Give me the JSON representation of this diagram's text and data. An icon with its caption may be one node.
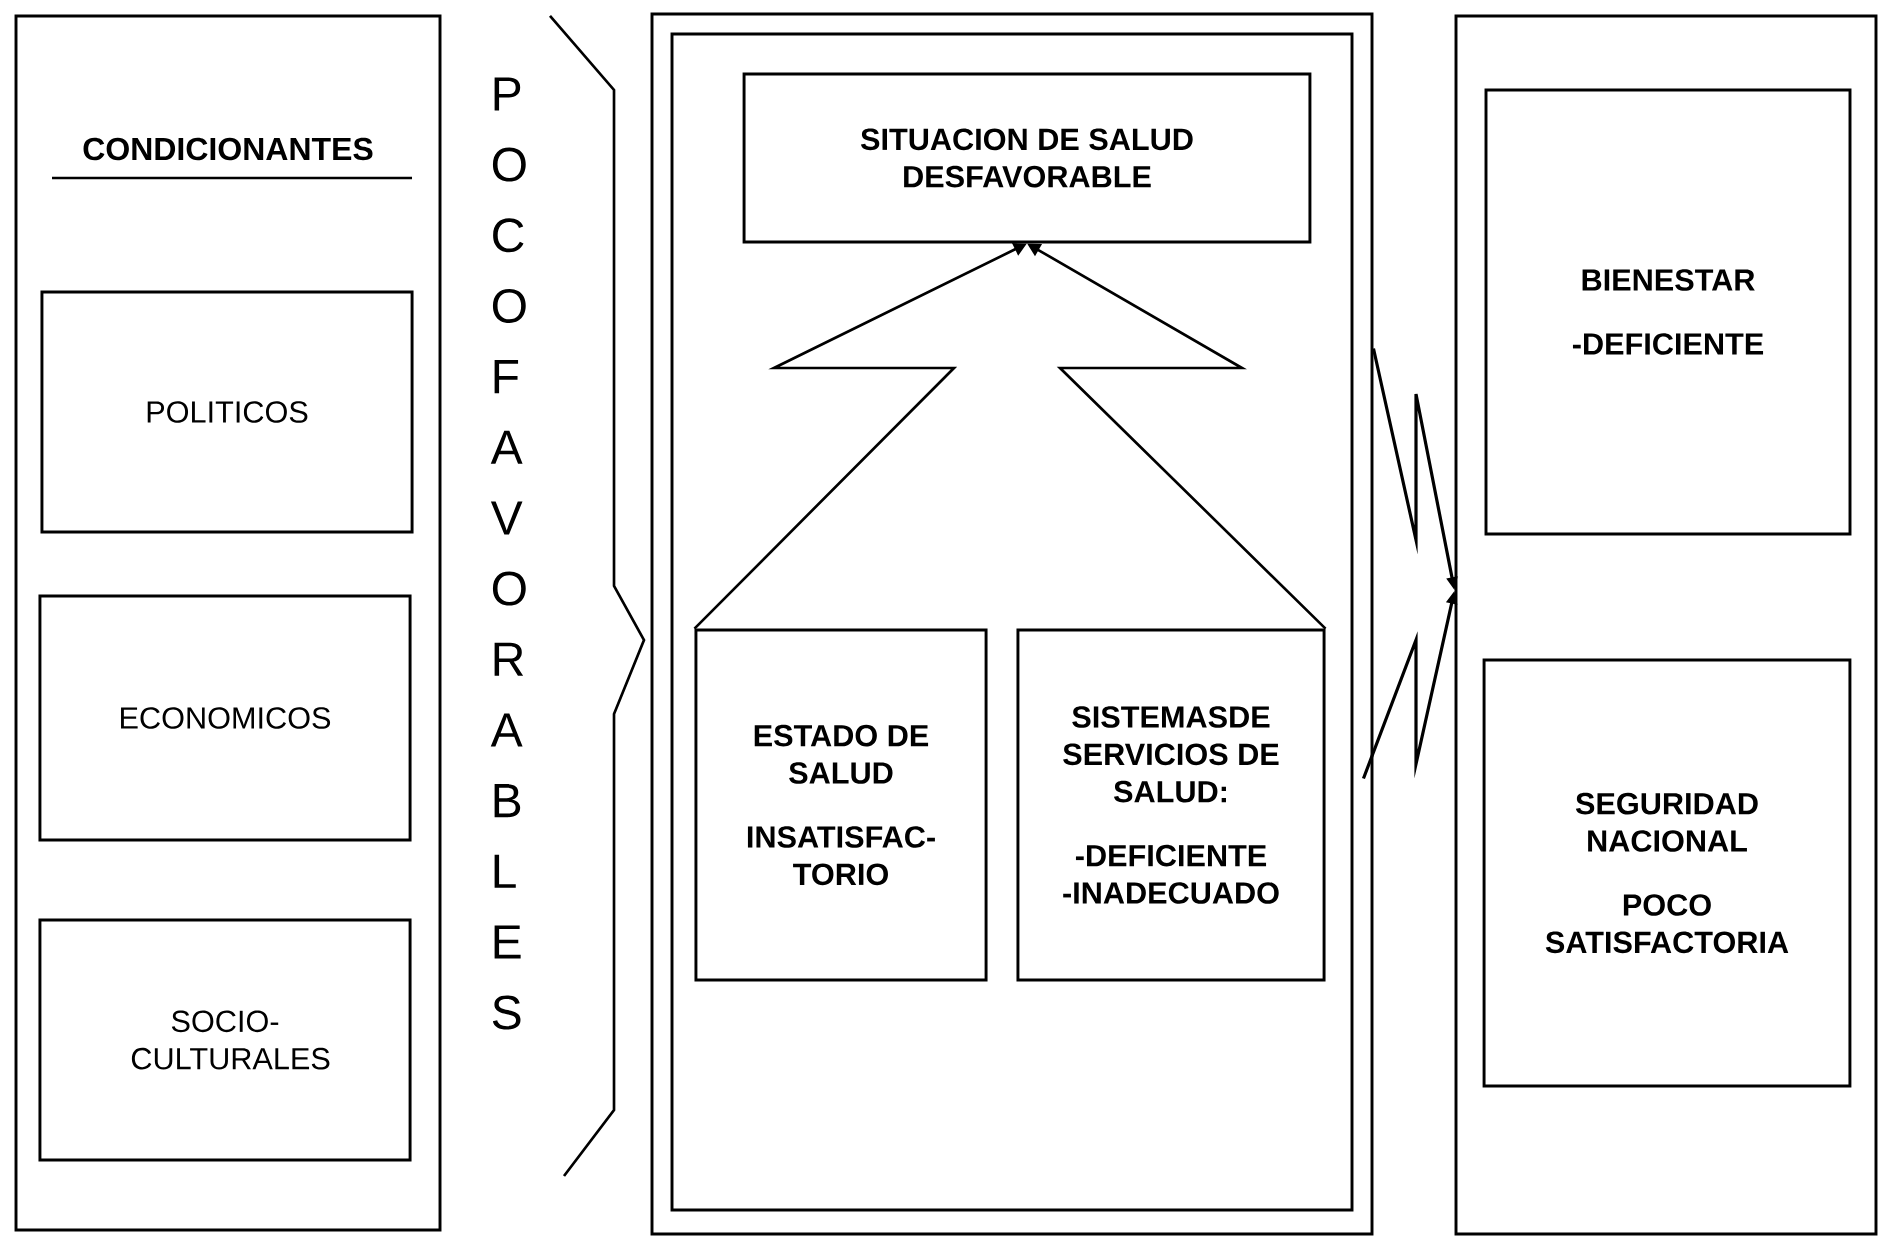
{
  "diagram": {
    "nodes": [
      {
        "text": [
          "CONDICIONANTES"
        ]
      },
      {
        "text": [
          "POLITICOS"
        ],
        "in": 0
      },
      {
        "text": [
          "ECONOMICOS"
        ],
        "in": 0
      },
      {
        "text": [
          "SOCIO- CULTURALES"
        ],
        "in": 0
      },
      {
        "text": [
          "POCO FAVORABLES"
        ]
      },
      {
        "text": [],
        "shape": "box"
      },
      {
        "text": [
          "SITUACION DE SALUD DESFAVORABLE"
        ],
        "in": 5
      },
      {
        "text": [
          "ESTADO DE SALUD",
          "INSATISFAC- TORIO"
        ],
        "in": 5
      },
      {
        "text": [
          "SISTEMASDE SERVICIOS DE SALUD:",
          "-DEFICIENTE -INADECUADO"
        ],
        "in": 5
      },
      {
        "text": [],
        "shape": "box"
      },
      {
        "text": [
          "BIENESTAR",
          "-DEFICIENTE"
        ],
        "in": 9
      },
      {
        "text": [
          "SEGURIDAD NACIONAL",
          "POCO SATISFACTORIA"
        ],
        "in": 9
      }
    ],
    "edges": [
      {
        "from": 7,
        "to": 6,
        "arrow": "to"
      },
      {
        "from": 8,
        "to": 6,
        "arrow": "to"
      },
      {
        "from": 5,
        "to": 9,
        "arrow": "to"
      },
      {
        "from": 5,
        "to": 9,
        "arrow": "to"
      }
    ]
  }
}
